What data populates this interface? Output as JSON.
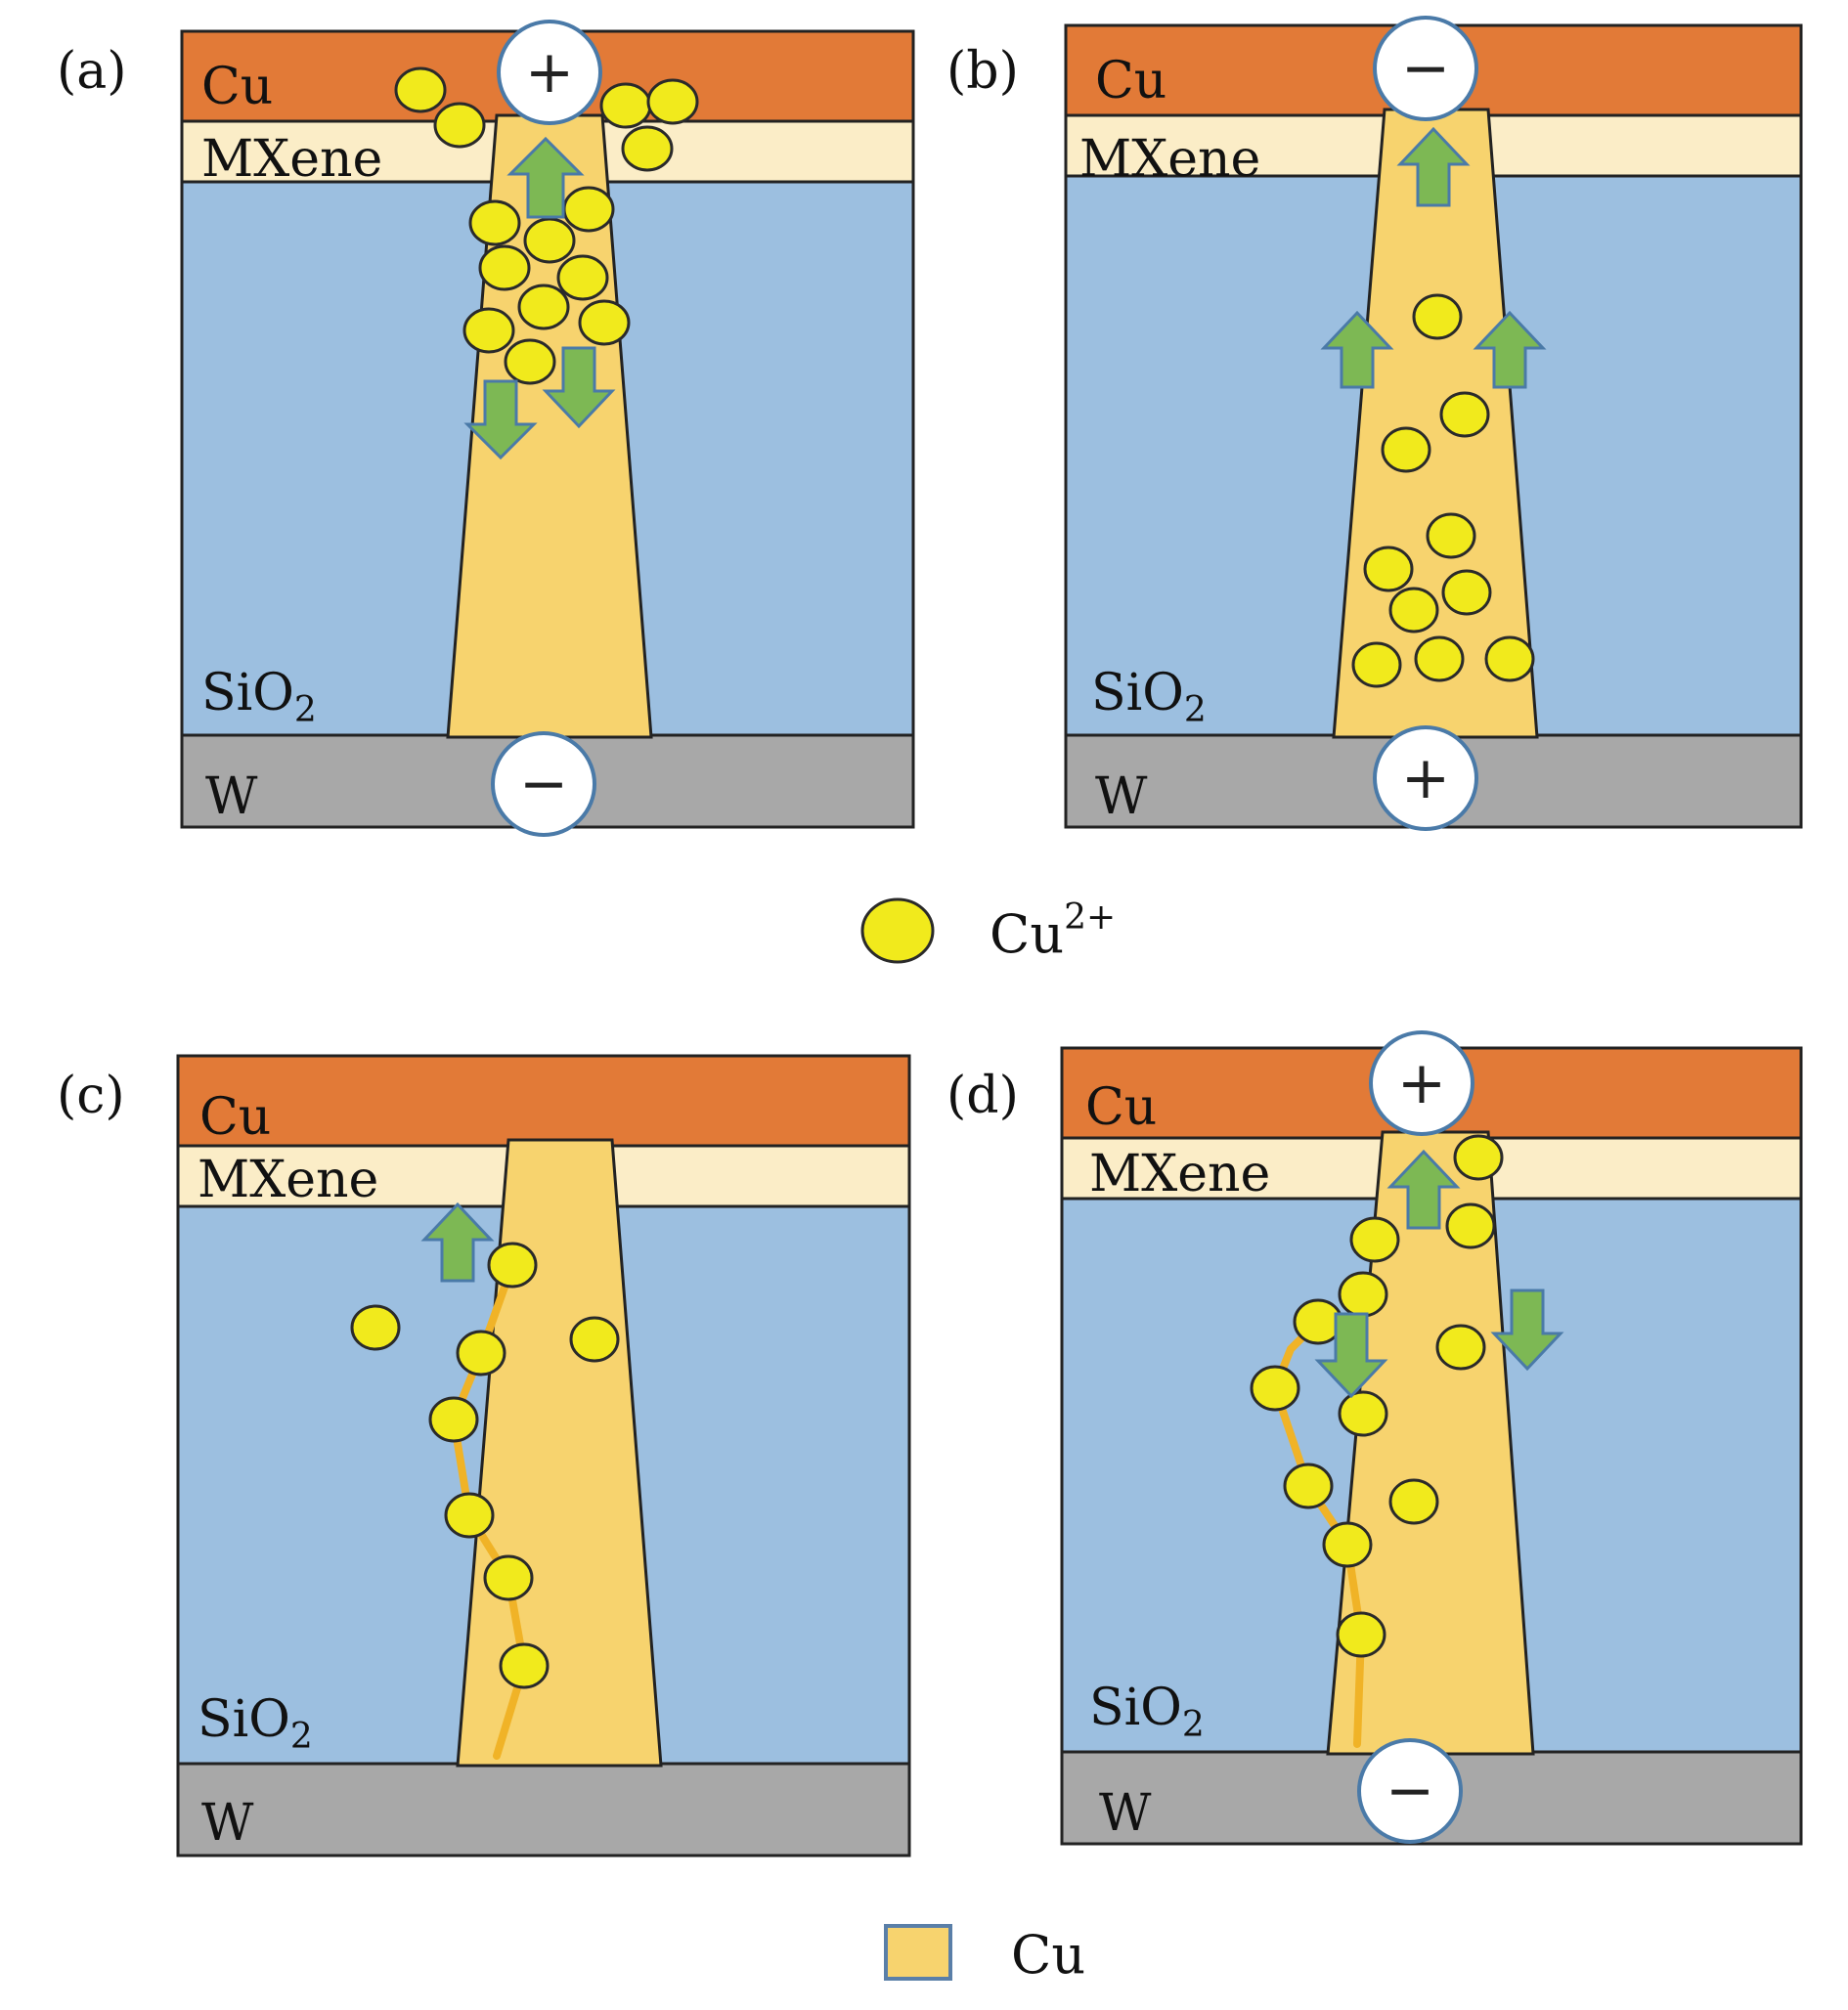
{
  "panels": [
    {
      "id": "a",
      "label": "(a)",
      "layers": {
        "cu": "Cu",
        "mxene": "MXene",
        "sio2": "SiO",
        "sio2_sub": "2",
        "w": "W"
      },
      "top_sign": "+",
      "bottom_sign": "−"
    },
    {
      "id": "b",
      "label": "(b)",
      "layers": {
        "cu": "Cu",
        "mxene": "MXene",
        "sio2": "SiO",
        "sio2_sub": "2",
        "w": "W"
      },
      "top_sign": "−",
      "bottom_sign": "+"
    },
    {
      "id": "c",
      "label": "(c)",
      "layers": {
        "cu": "Cu",
        "mxene": "MXene",
        "sio2": "SiO",
        "sio2_sub": "2",
        "w": "W"
      }
    },
    {
      "id": "d",
      "label": "(d)",
      "layers": {
        "cu": "Cu",
        "mxene": "MXene",
        "sio2": "SiO",
        "sio2_sub": "2",
        "w": "W"
      },
      "top_sign": "+",
      "bottom_sign": "−"
    }
  ],
  "legend": {
    "ion_label": "Cu",
    "ion_superscript": "2+",
    "filament_label": "Cu"
  },
  "colors": {
    "cu_layer": "#e27a37",
    "mxene_layer": "#fbedc7",
    "sio2_layer": "#9cbfe0",
    "w_layer": "#a8a8a8",
    "filament": "#f7d36e",
    "ion": "#f1ea1c",
    "arrow": "#7db854",
    "electrode_outline": "#4a7aa8",
    "chain_line": "#f0b327"
  }
}
